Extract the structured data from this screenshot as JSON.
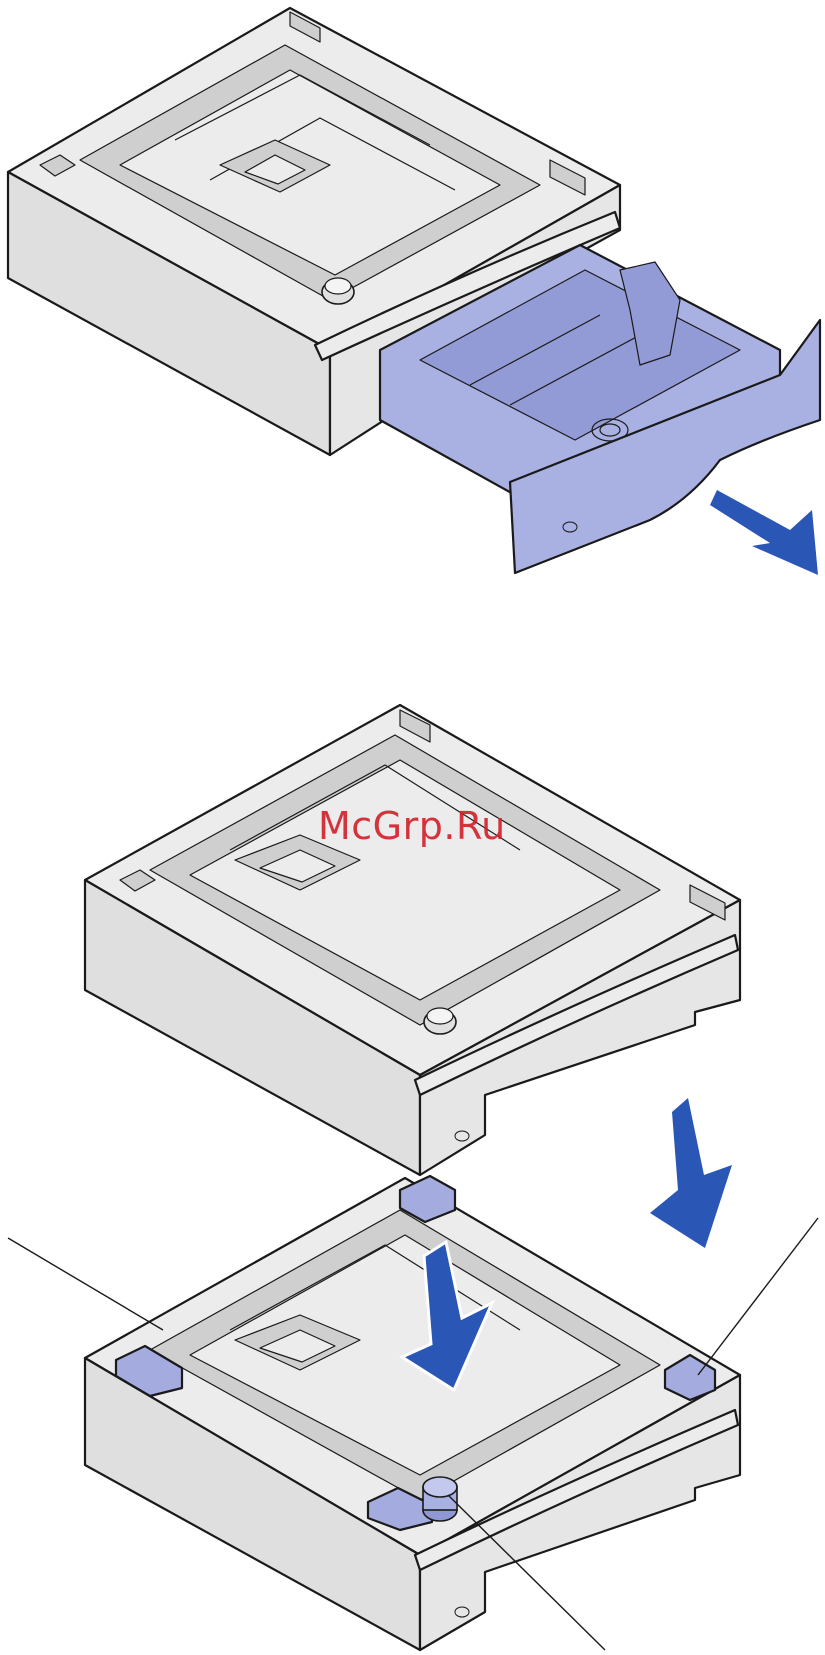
{
  "watermark": {
    "text": "McGrp.Ru"
  },
  "colors": {
    "outline": "#1a1a1a",
    "housing": "#ececec",
    "housing_side": "#dcdcdc",
    "housing_dark": "#c8c8c8",
    "tray": "#a9b0e2",
    "tray_dark": "#8f97d4",
    "arrow": "#2a56b6",
    "highlight": "#a3abdf"
  },
  "figures": [
    {
      "name": "drawer-pulled-out",
      "arrow": "pull-direction-arrow"
    },
    {
      "name": "drawer-stacking",
      "arrows": [
        "stack-down-arrow",
        "alignment-arrow"
      ],
      "callouts": [
        "left-post-callout",
        "right-post-callout",
        "center-post-callout"
      ]
    }
  ]
}
